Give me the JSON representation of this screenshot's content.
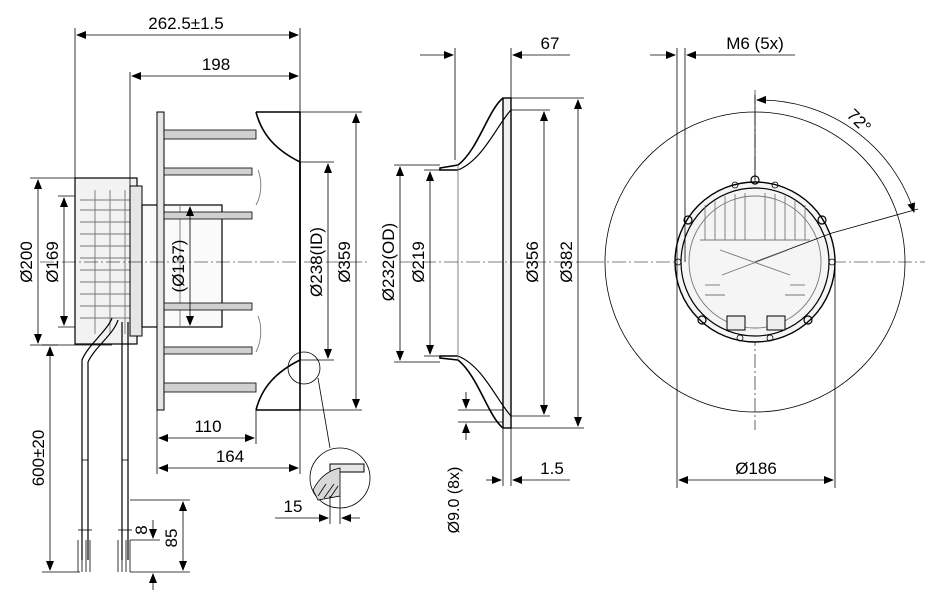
{
  "side_view": {
    "dim_overall_length": "262.5±1.5",
    "dim_length_198": "198",
    "dim_dia_200": "Ø200",
    "dim_dia_169": "Ø169",
    "dim_dia_137": "(Ø137)",
    "dim_dia_238_id": "Ø238(ID)",
    "dim_dia_359": "Ø359",
    "dim_length_110": "110",
    "dim_length_164": "164",
    "dim_cable_length": "600±20",
    "dim_wire_8": "8",
    "dim_wire_85": "85",
    "dim_detail_15": "15"
  },
  "nozzle_view": {
    "dim_length_67": "67",
    "dim_dia_232_od": "Ø232(OD)",
    "dim_dia_219": "Ø219",
    "dim_dia_356": "Ø356",
    "dim_dia_382": "Ø382",
    "dim_holes": "Ø9.0 (8x)",
    "dim_thickness": "1.5"
  },
  "front_view": {
    "dim_thread": "M6 (5x)",
    "dim_angle": "72°",
    "dim_bolt_circle": "Ø186"
  }
}
